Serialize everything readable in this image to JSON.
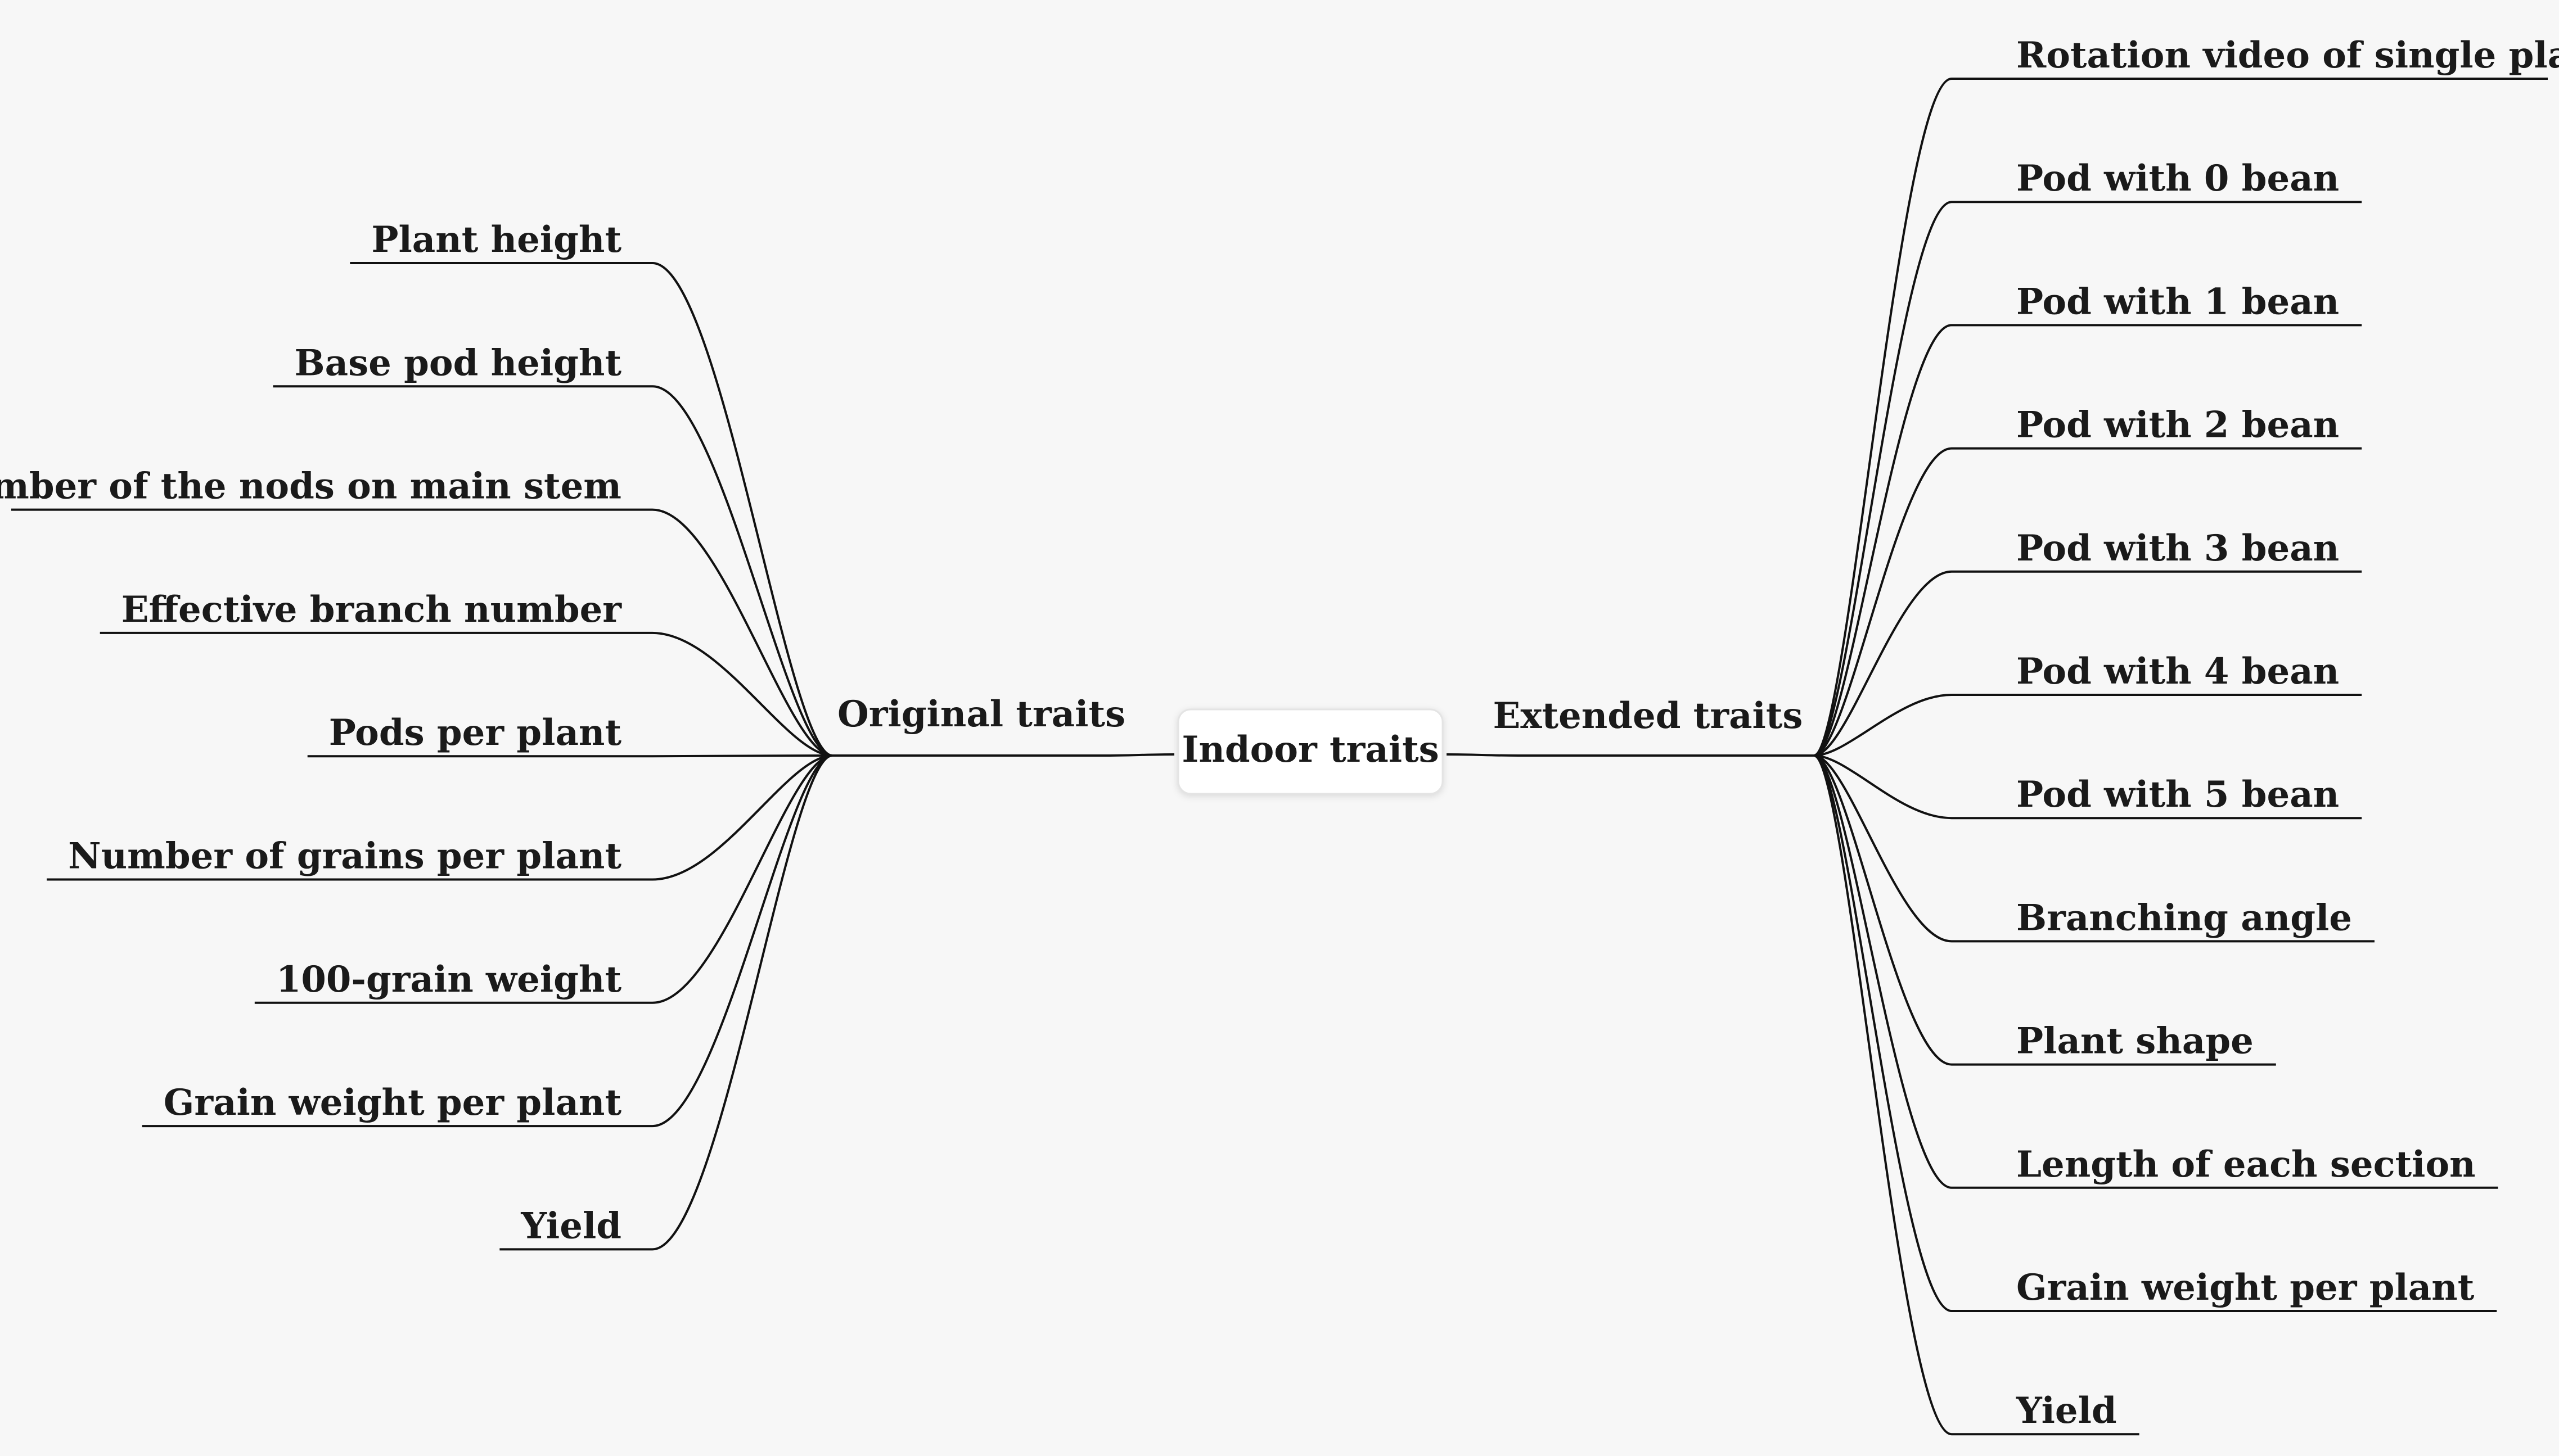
{
  "root": {
    "label": "Indoor traits"
  },
  "left": {
    "label": "Original traits",
    "items": [
      "Plant height",
      "Base pod height",
      "Number of the nods on main stem",
      "Effective branch number",
      "Pods per plant",
      "Number of grains per plant",
      "100-grain weight",
      "Grain weight per plant",
      "Yield"
    ]
  },
  "right": {
    "label": "Extended traits",
    "items": [
      "Rotation video of single plant",
      "Pod with 0 bean",
      "Pod with 1 bean",
      "Pod with 2 bean",
      "Pod with 3 bean",
      "Pod with 4 bean",
      "Pod with 5 bean",
      "Branching angle",
      "Plant shape",
      "Length of each section",
      "Grain weight per plant",
      "Yield"
    ]
  },
  "colors": {
    "line": "#111111",
    "text": "#1a1a1a",
    "background": "#f7f7f7"
  }
}
